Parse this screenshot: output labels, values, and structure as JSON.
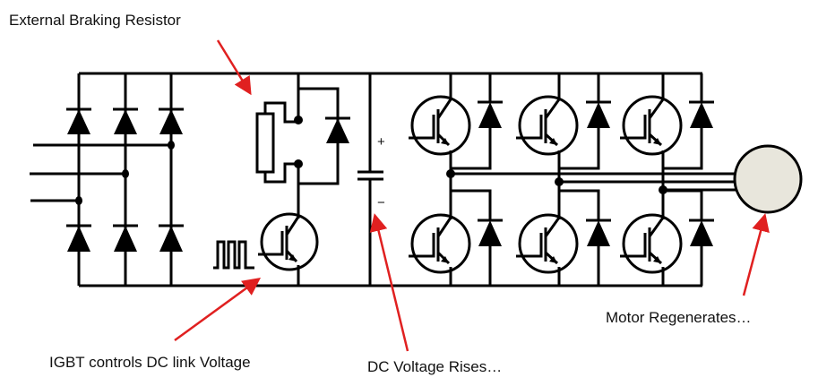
{
  "labels": {
    "braking_resistor": "External Braking Resistor",
    "igbt": "IGBT controls DC link Voltage",
    "dc_voltage": "DC Voltage Rises…",
    "motor": "Motor Regenerates…",
    "plus": "+",
    "minus": "−"
  },
  "colors": {
    "arrow": "#e02020",
    "motor_fill": "#e8e6dc",
    "wire": "#000000"
  }
}
